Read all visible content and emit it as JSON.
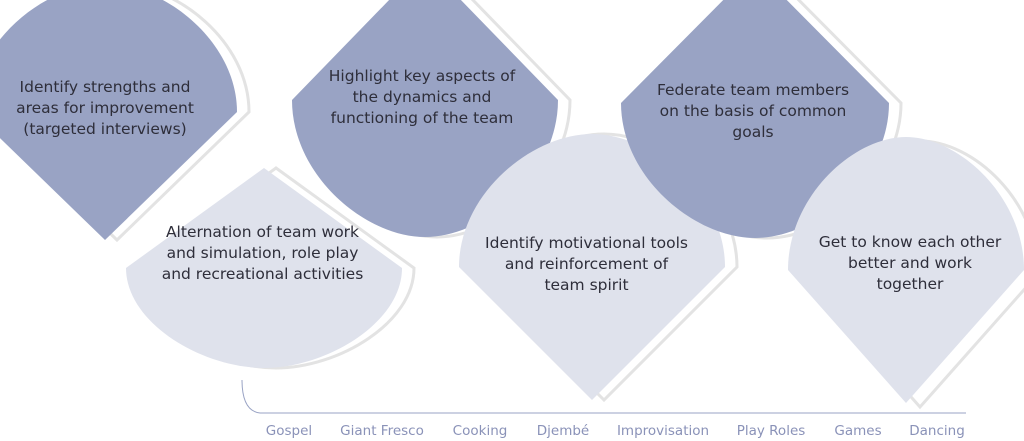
{
  "objectives": [
    {
      "text": "Identify strengths and areas for improvement (targeted interviews)"
    },
    {
      "text": "Alternation of team work and simulation, role play and recreational activities"
    },
    {
      "text": "Highlight key aspects of the dynamics and functioning of the team"
    },
    {
      "text": "Identify motivational tools and reinforcement of team spirit"
    },
    {
      "text": "Federate team members on the basis of common goals"
    },
    {
      "text": "Get to know each other better and work together"
    }
  ],
  "activities": [
    "Gospel",
    "Giant Fresco",
    "Cooking",
    "Djembé",
    "Improvisation",
    "Play Roles",
    "Games",
    "Dancing"
  ],
  "colors": {
    "dark_fill": "#99a3c4",
    "light_fill": "#dfe2ec",
    "shadow": "#e3e3e3",
    "text": "#2e2e3a",
    "activity_text": "#8a92b8",
    "axis": "#99a3c4"
  }
}
